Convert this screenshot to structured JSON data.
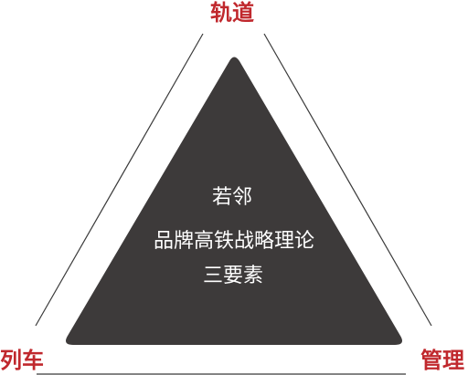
{
  "diagram": {
    "center_lines": [
      "若邻",
      "品牌高铁战略理论",
      "三要素"
    ],
    "corners": {
      "top": "轨道",
      "left": "列车",
      "right": "管理"
    }
  },
  "colors": {
    "label": "#c0282d",
    "triangle_fill": "#3d3a3a",
    "outline": "#3a3a3a",
    "center_text": "#ffffff"
  }
}
